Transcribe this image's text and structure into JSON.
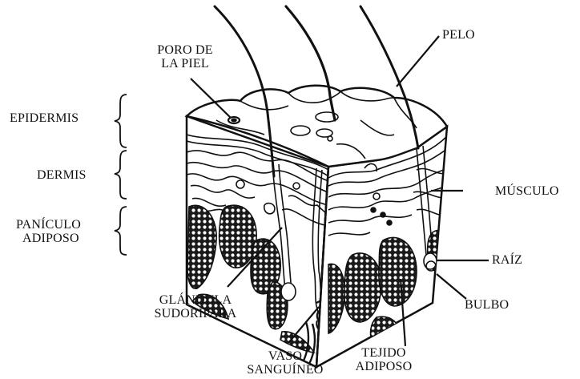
{
  "labels": {
    "poro": [
      "PORO DE",
      "LA PIEL"
    ],
    "pelo": "PELO",
    "epidermis": "EPIDERMIS",
    "dermis": "DERMIS",
    "paniculo": [
      "PANÍCULO",
      "ADIPOSO"
    ],
    "musculo": "MÚSCULO",
    "raiz": "RAÍZ",
    "bulbo": "BULBO",
    "glandula": [
      "GLÁNDULA",
      "SUDORÍPARA"
    ],
    "vaso": [
      "VASO",
      "SANGUÍNEO"
    ],
    "tejido": [
      "TEJIDO",
      "ADIPOSO"
    ]
  },
  "colors": {
    "ink": "#111111",
    "background": "#ffffff",
    "fat_dots": "#1a1a1a"
  }
}
